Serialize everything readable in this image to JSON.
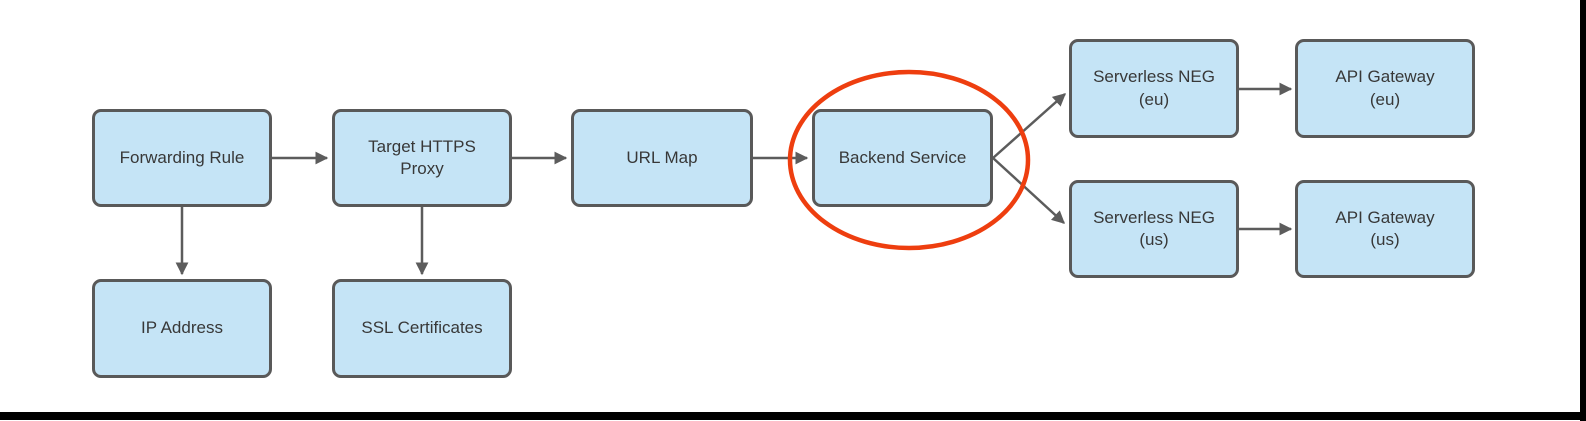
{
  "diagram": {
    "type": "flowchart",
    "nodes": [
      {
        "id": "forwarding-rule",
        "label": "Forwarding Rule"
      },
      {
        "id": "target-https-proxy",
        "label": "Target HTTPS\nProxy"
      },
      {
        "id": "url-map",
        "label": "URL Map"
      },
      {
        "id": "backend-service",
        "label": "Backend Service",
        "highlighted": true
      },
      {
        "id": "ip-address",
        "label": "IP Address"
      },
      {
        "id": "ssl-certificates",
        "label": "SSL Certificates"
      },
      {
        "id": "serverless-neg-eu",
        "label": "Serverless NEG\n(eu)"
      },
      {
        "id": "api-gateway-eu",
        "label": "API Gateway\n(eu)"
      },
      {
        "id": "serverless-neg-us",
        "label": "Serverless NEG\n(us)"
      },
      {
        "id": "api-gateway-us",
        "label": "API Gateway\n(us)"
      }
    ],
    "edges": [
      {
        "from": "forwarding-rule",
        "to": "target-https-proxy"
      },
      {
        "from": "forwarding-rule",
        "to": "ip-address"
      },
      {
        "from": "target-https-proxy",
        "to": "url-map"
      },
      {
        "from": "target-https-proxy",
        "to": "ssl-certificates"
      },
      {
        "from": "url-map",
        "to": "backend-service"
      },
      {
        "from": "backend-service",
        "to": "serverless-neg-eu"
      },
      {
        "from": "backend-service",
        "to": "serverless-neg-us"
      },
      {
        "from": "serverless-neg-eu",
        "to": "api-gateway-eu"
      },
      {
        "from": "serverless-neg-us",
        "to": "api-gateway-us"
      }
    ],
    "annotation": {
      "type": "ellipse",
      "around": "backend-service",
      "color": "#ee3e0f"
    }
  },
  "colors": {
    "node_fill": "#c5e4f6",
    "node_border": "#595959",
    "connector": "#5c5c5c",
    "text_color": "#383838",
    "highlight_ellipse": "#ee3e0f",
    "edge_bar": "#000000"
  }
}
